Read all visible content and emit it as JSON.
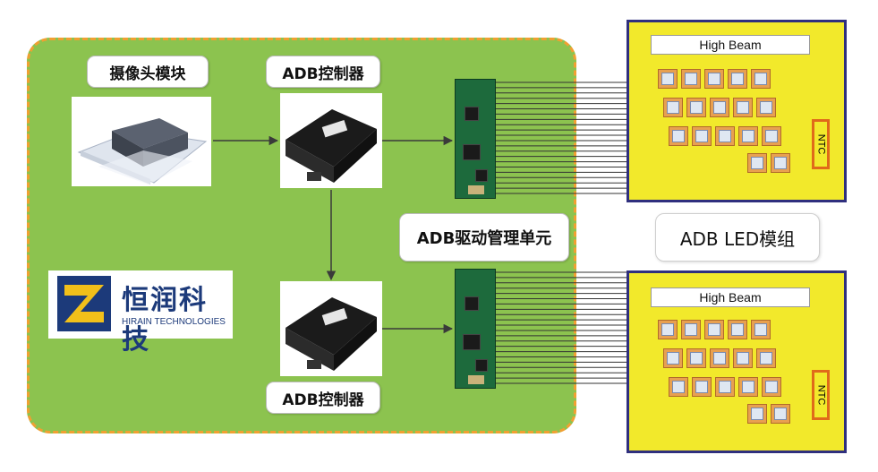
{
  "camera_module": {
    "label": "摄像头模块"
  },
  "controller_top": {
    "label": "ADB控制器"
  },
  "controller_bottom": {
    "label": "ADB控制器"
  },
  "driver_unit": {
    "label": "ADB驱动管理单元"
  },
  "led_module": {
    "label": "ADB LED模组"
  },
  "led_panel_top": {
    "title": "High Beam",
    "ntc": "NTC"
  },
  "led_panel_bottom": {
    "title": "High Beam",
    "ntc": "NTC"
  },
  "logo": {
    "cn": "恒润科技",
    "en": "HIRAIN TECHNOLOGIES"
  },
  "colors": {
    "panel_green": "#8cc34f",
    "panel_border_orange": "#f0a032",
    "led_panel_yellow": "#f2e92b",
    "led_panel_border": "#2f2f7e",
    "logo_blue": "#1c3a7a",
    "logo_yellow": "#f2c01a"
  }
}
